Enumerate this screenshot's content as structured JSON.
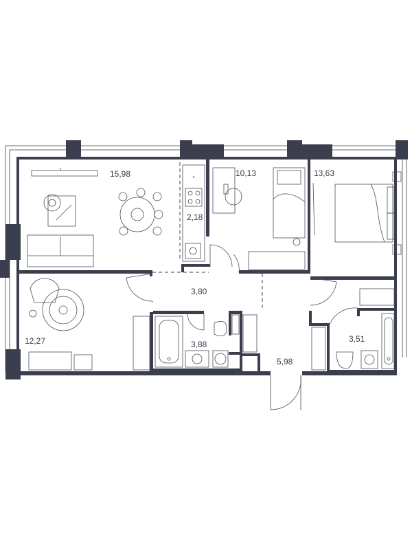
{
  "rooms": {
    "living_kitchen": "15,98",
    "kitchen_strip": "2,18",
    "bedroom_1": "10,13",
    "bedroom_2": "13,63",
    "bedroom_3": "12,27",
    "hall": "3,80",
    "bathroom_1": "3,88",
    "corridor": "5,98",
    "bathroom_2": "3,51"
  },
  "colors": {
    "wall": "#3b3e4c",
    "line": "#4a4d58",
    "background": "#ffffff"
  }
}
